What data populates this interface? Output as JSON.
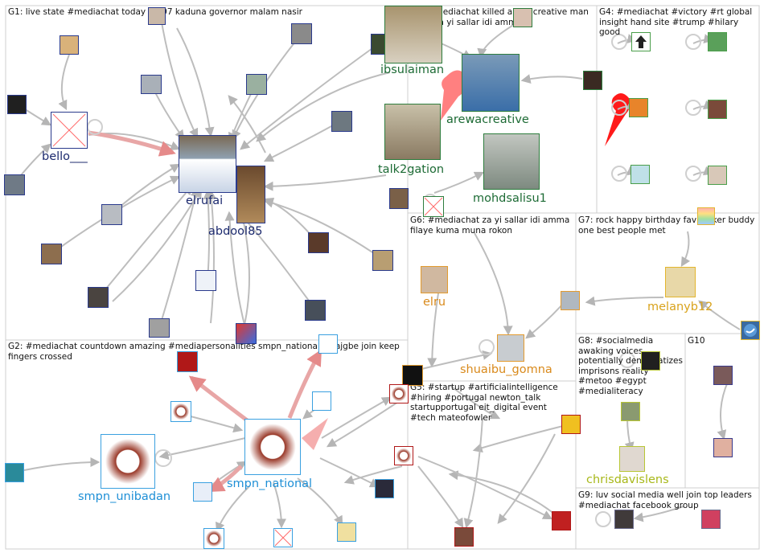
{
  "groups": [
    {
      "id": "G1",
      "header": "G1: live state #mediachat today 23 07 kaduna governor malam nasir"
    },
    {
      "id": "G2",
      "header": "G2: #mediachat countdown amazing #mediapersonalities smpn_national fasajgbe join keep fingers crossed"
    },
    {
      "id": "G3",
      "header": "G3: #mediachat killed arewacreative man state za yi sallar idi amma"
    },
    {
      "id": "G4",
      "header": "G4: #mediachat #victory #rt global insight hand site #trump #hilary good"
    },
    {
      "id": "G5",
      "header": "G5: #startup #artificialintelligence #hiring #portugal newton_talk startupportugal eit_digital event #tech mateofowler"
    },
    {
      "id": "G6",
      "header": "G6: #mediachat za yi sallar idi amma filaye kuma muna rokon"
    },
    {
      "id": "G7",
      "header": "G7: rock happy birthday fav rocker buddy one best people met"
    },
    {
      "id": "G8",
      "header": "G8: #socialmedia awaking voices potentially democratizes imprisons reality #metoo #egypt #medialiteracy"
    },
    {
      "id": "G9",
      "header": "G9: luv social media well join top leaders #mediachat facebook group"
    },
    {
      "id": "G10",
      "header": "G10"
    }
  ],
  "node_labels": [
    {
      "key": "bello",
      "text": "bello___",
      "color": "#1c2a6e"
    },
    {
      "key": "elrufai",
      "text": "elrufai",
      "color": "#1c2a6e"
    },
    {
      "key": "abdool85",
      "text": "abdool85",
      "color": "#1c2a6e"
    },
    {
      "key": "ibsulaiman",
      "text": "ibsulaiman",
      "color": "#1d6b35"
    },
    {
      "key": "arewacreative",
      "text": "arewacreative",
      "color": "#1d6b35"
    },
    {
      "key": "talk2gation",
      "text": "talk2gation",
      "color": "#1d6b35"
    },
    {
      "key": "mohdsalisu1",
      "text": "mohdsalisu1",
      "color": "#1d6b35"
    },
    {
      "key": "elru",
      "text": "elru",
      "color": "#d98a1c"
    },
    {
      "key": "shuaibu_gomna",
      "text": "shuaibu_gomna",
      "color": "#d98a1c"
    },
    {
      "key": "melanyb12",
      "text": "melanyb12",
      "color": "#d9a31c"
    },
    {
      "key": "chrisdavislens",
      "text": "chrisdavislens",
      "color": "#a8b81a"
    },
    {
      "key": "smpn_unibadan",
      "text": "smpn_unibadan",
      "color": "#1e8fd6"
    },
    {
      "key": "smpn_national",
      "text": "smpn_national",
      "color": "#1e8fd6"
    }
  ],
  "colors": {
    "g1_border": "#2a3a8c",
    "g3_border": "#2e7d3e",
    "g6_border": "#e39b2e",
    "g7_border": "#e3b52e",
    "g8_border": "#b8c634",
    "g2_border": "#3aa0e0",
    "g5_border": "#b01818",
    "g4_border": "#4a9e4a",
    "edge_gray": "#bdbdbd",
    "edge_red": "#e07a7a",
    "accent_red": "#ff1a1a"
  }
}
